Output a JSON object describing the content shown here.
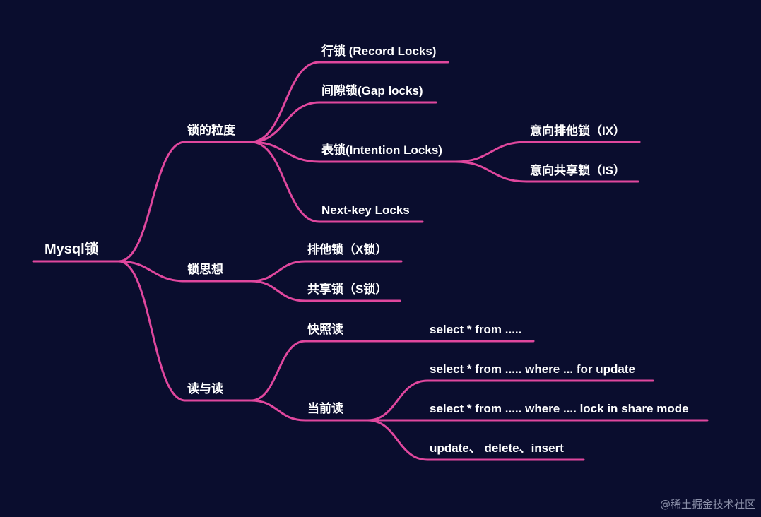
{
  "mindmap": {
    "root": "Mysql锁",
    "line_color": "#e0479e",
    "background": "#0a0d2e",
    "branches": [
      {
        "label": "锁的粒度",
        "children": [
          {
            "label": "行锁 (Record Locks)"
          },
          {
            "label": "间隙锁(Gap locks)"
          },
          {
            "label": "表锁(Intention Locks)",
            "children": [
              "意向排他锁（IX）",
              "意向共享锁（IS）"
            ]
          },
          {
            "label": "Next-key Locks"
          }
        ]
      },
      {
        "label": "锁思想",
        "children": [
          {
            "label": "排他锁（X锁）"
          },
          {
            "label": "共享锁（S锁）"
          }
        ]
      },
      {
        "label": "读与读",
        "children": [
          {
            "label": "快照读",
            "children": [
              "select * from ....."
            ]
          },
          {
            "label": "当前读",
            "children": [
              "select * from ..... where ... for update",
              "select * from ..... where ....  lock in share mode",
              "update、 delete、insert"
            ]
          }
        ]
      }
    ]
  },
  "watermark": "@稀土掘金技术社区"
}
